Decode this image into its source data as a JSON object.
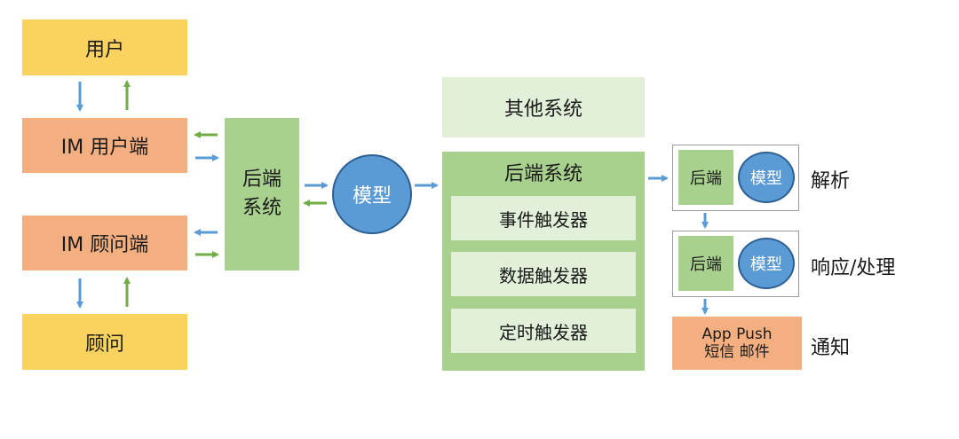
{
  "left": {
    "user": "用户",
    "im_user_end": "IM 用户端",
    "im_consultant_end": "IM 顾问端",
    "consultant": "顾问"
  },
  "backend_box": {
    "line1": "后端",
    "line2": "系统"
  },
  "model_circle": "模型",
  "other_systems": "其他系统",
  "backend_system": {
    "title": "后端系统",
    "triggers": [
      "事件触发器",
      "数据触发器",
      "定时触发器"
    ]
  },
  "stages": [
    {
      "backend": "后端",
      "model": "模型",
      "label": "解析"
    },
    {
      "backend": "后端",
      "model": "模型",
      "label": "响应/处理"
    }
  ],
  "notify": {
    "line1": "App Push",
    "line2": "短信 邮件",
    "label": "通知"
  },
  "colors": {
    "blue_arrow": "#5B9BD5",
    "green_arrow": "#70AD47",
    "yellow": "#FAD25F",
    "orange": "#F4AF80",
    "green": "#A9D18E",
    "light_green": "#E2F0D9"
  }
}
